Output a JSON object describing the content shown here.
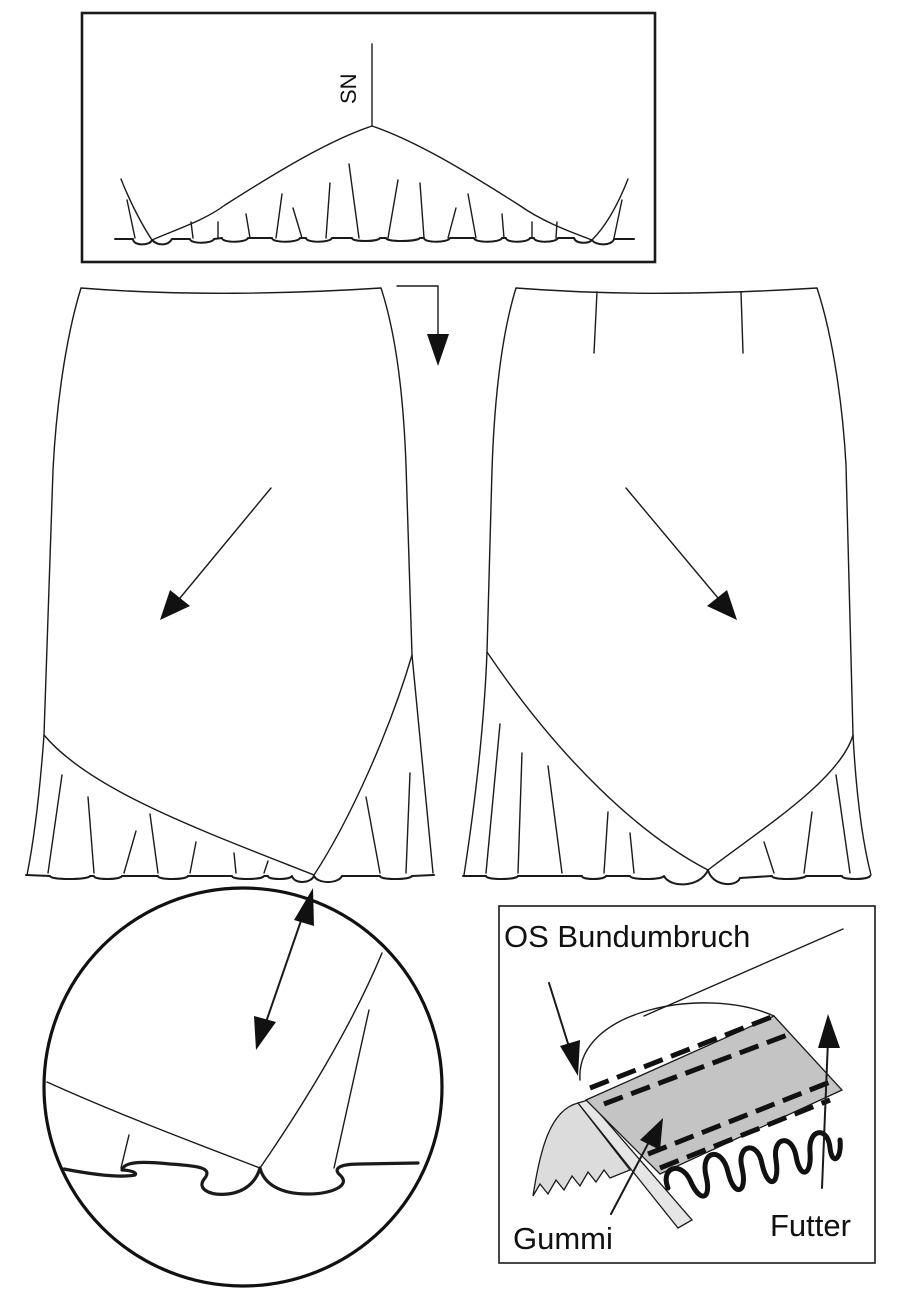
{
  "labels": {
    "sn": "SN",
    "os_bundumbruch": "OS Bundumbruch",
    "gummi": "Gummi",
    "futter": "Futter"
  },
  "colors": {
    "line": "#1a1a1a",
    "fill_light": "#dcdcdc",
    "fill_mid": "#c4c4c4",
    "background": "#ffffff"
  }
}
